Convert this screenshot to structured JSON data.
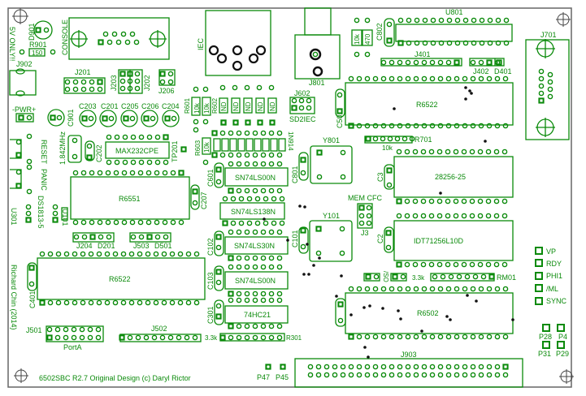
{
  "board": {
    "title_text": "6502SBC  R2.7   Original Design (c) Daryl Rictor",
    "author_text": "Richard Chin (2014)",
    "warning_text": "5V ONLY!!",
    "trace_color": "#0a8a0a",
    "edge_color": "#666666"
  },
  "components": {
    "d901": "D901",
    "r901": "R901",
    "r901_value": "150",
    "console": "CONSOLE",
    "j902": "J902",
    "j201": "J201",
    "j203": "J203",
    "j202": "J202",
    "j206": "J206",
    "iec": "IEC",
    "pwr": "-PWR+",
    "c901": "C901",
    "c203": "C203",
    "c201": "C201",
    "c205": "C205",
    "c206": "C206",
    "c204": "C204",
    "reset": "RESET",
    "panic": "PANIC",
    "crystal_freq": "1.842MHz",
    "c202": "C202",
    "max232": "MAX232CPE",
    "tp201": "TP201",
    "r601": "R601",
    "r601_value": "10k",
    "r602": "R602",
    "r602_value": "10k",
    "r603": "R603",
    "r603_value": "10k",
    "nd": [
      "ND",
      "ND",
      "ND",
      "ND",
      "ND"
    ],
    "diode_array": "1N914",
    "c601": "C601",
    "u_ls00_top": "SN74LS00N",
    "u_ls138": "SN74LS138N",
    "u_ls30": "SN74LS30N",
    "u_ls00": "SN74LS00N",
    "u_hc21": "74HC21",
    "c102": "C102",
    "c103": "C103",
    "c301": "C301",
    "r301": "R301",
    "r301_value": "3.3k",
    "r6551": "R6551",
    "c207": "C207",
    "u301": "U301",
    "ds1813": "DS1813-5",
    "u101": "U101",
    "j204": "J204",
    "d201": "D201",
    "j503": "J503",
    "d501": "D501",
    "r6522_lower": "R6522",
    "c401": "C401",
    "j501": "J501",
    "porta": "PortA",
    "j502": "J502",
    "p47": "P47",
    "p45": "P45",
    "j801": "J801",
    "res_10k": "10k",
    "res_470": "470",
    "c802": "C802",
    "u801": "U801",
    "j401": "J401",
    "j402": "J402",
    "d401": "D401",
    "j701": "J701",
    "j602": "J602",
    "sd2iec": "SD2IEC",
    "c501": "C501",
    "r6522_upper": "R6522",
    "r701": "R701",
    "r701_value": "10k",
    "y801": "Y801",
    "c801": "C801",
    "c3": "C3",
    "eeprom": "28256-25",
    "mem_cfg": "MEM CFC",
    "j3": "J3",
    "y101": "Y101",
    "c101": "C101",
    "c2": "C2",
    "sram": "IDT71256L10D",
    "so": "/SO",
    "rm01_value": "3.3k",
    "rm01": "RM01",
    "r6502": "R6502",
    "j903": "J903",
    "vp": "VP",
    "rdy": "RDY",
    "phi1": "PHI1",
    "ml": "/ML",
    "sync": "SYNC",
    "p28": "P28",
    "p4": "P4",
    "p31": "P31",
    "p29": "P29"
  }
}
